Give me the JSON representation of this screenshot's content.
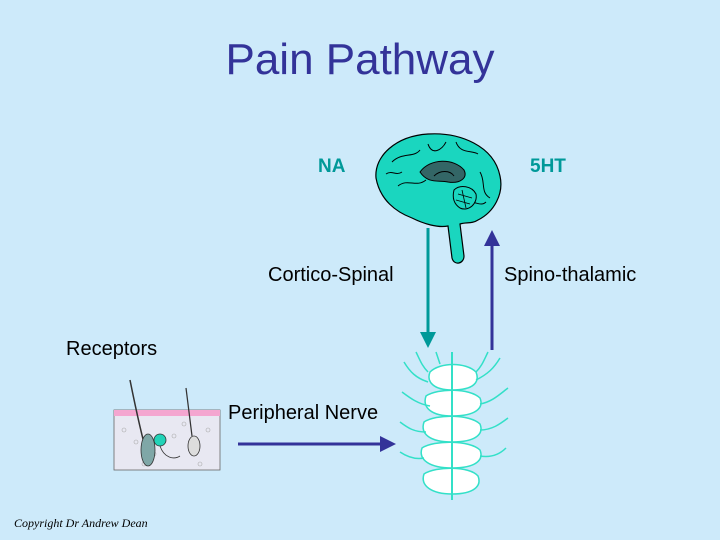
{
  "slide": {
    "title": "Pain Pathway",
    "copyright": "Copyright Dr Andrew Dean"
  },
  "labels": {
    "na": "NA",
    "ht": "5HT",
    "cortico_spinal": "Cortico-Spinal",
    "spino_thalamic": "Spino-thalamic",
    "receptors": "Receptors",
    "peripheral_nerve": "Peripheral Nerve"
  },
  "colors": {
    "background": "#cdeafa",
    "title": "#333399",
    "chem_label": "#009999",
    "brain": "#1ad6bf",
    "down_arrow": "#009999",
    "up_arrow": "#333399",
    "spinal_cord": "#33e0c8"
  }
}
